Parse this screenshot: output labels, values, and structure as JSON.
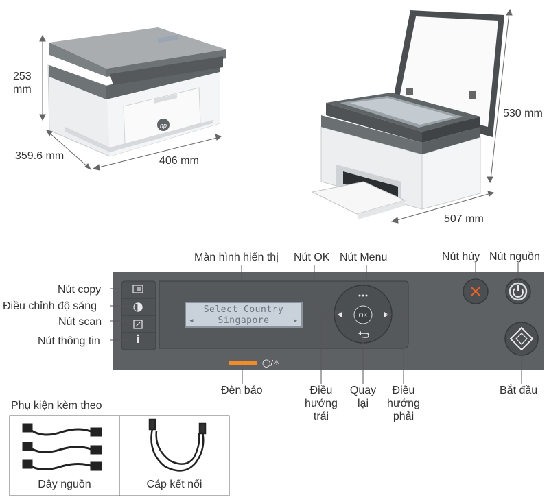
{
  "dimensions": {
    "height_left": "253\nmm",
    "depth": "359.6 mm",
    "width": "406 mm",
    "height_open": "530 mm",
    "depth_open": "507 mm"
  },
  "brand_logo": "hp",
  "panel_labels": {
    "display": "Màn hình hiển thị",
    "ok": "Nút OK",
    "menu": "Nút Menu",
    "cancel": "Nút hủy",
    "power": "Nút nguồn",
    "copy": "Nút copy",
    "brightness": "Điều chỉnh độ sáng",
    "scan": "Nút scan",
    "info": "Nút thông tin",
    "led": "Đèn báo",
    "nav_left": "Điều\nhướng\ntrái",
    "back": "Quay\nlại",
    "nav_right": "Điều\nhướng\nphải",
    "start": "Bắt đầu"
  },
  "lcd": {
    "line1": "Select Country",
    "line2_left": "◂",
    "line2_text": "Singapore",
    "line2_right": "▸"
  },
  "ok_button_text": "OK",
  "led_icon_text": "◯/⚠",
  "accessories": {
    "title": "Phụ kiện kèm theo",
    "power_cable": "Dây nguồn",
    "usb_cable": "Cáp kết nối"
  },
  "colors": {
    "panel": "#5d6163",
    "panel_inner": "#4f5355",
    "cancel_x": "#e8622a",
    "led": "#f28c28",
    "line": "#555555"
  }
}
